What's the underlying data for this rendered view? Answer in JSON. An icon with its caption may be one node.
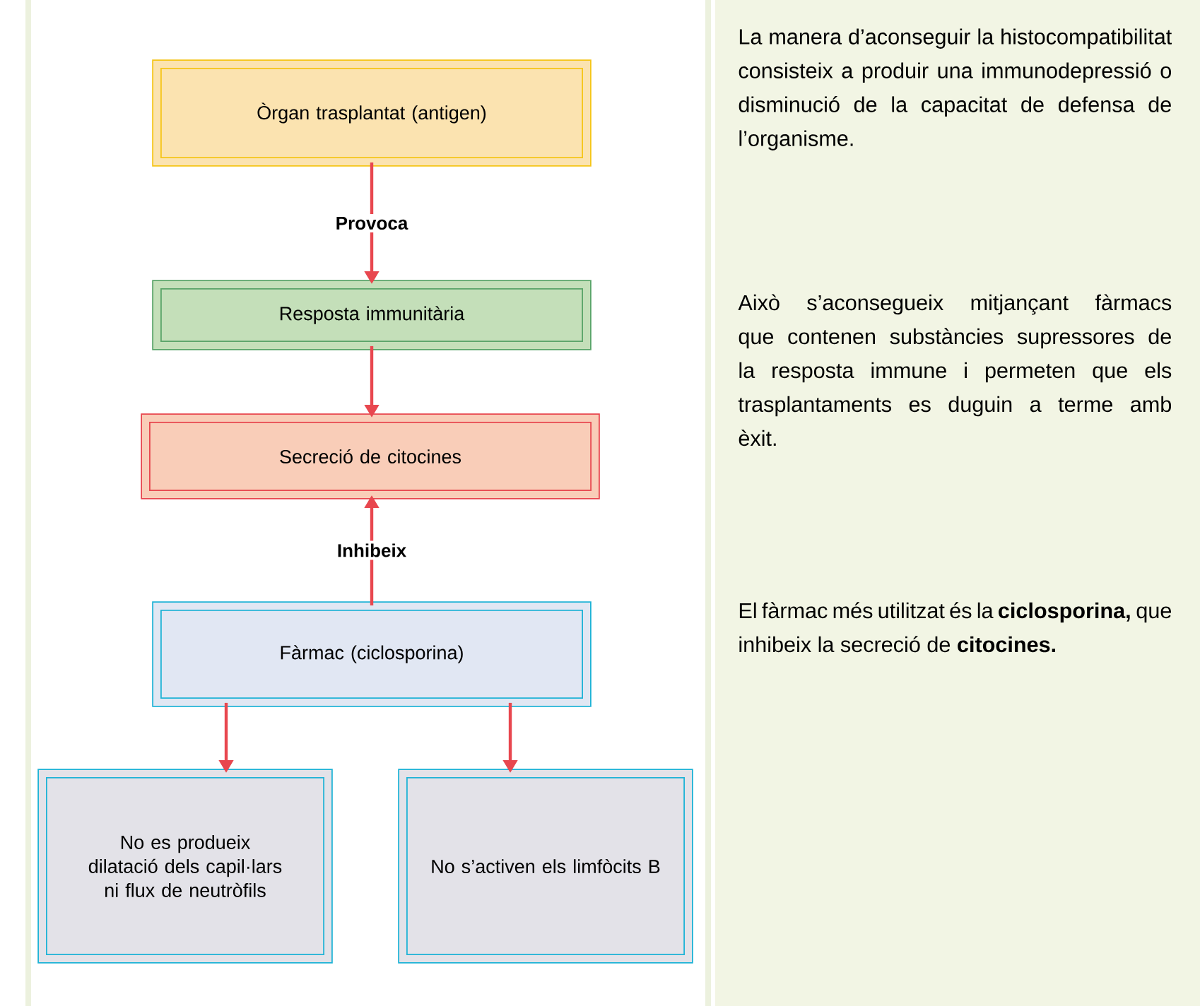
{
  "diagram": {
    "nodes": [
      {
        "text": [
          "Òrgan trasplantat (antigen)"
        ]
      },
      {
        "text": [
          "Resposta immunitària"
        ]
      },
      {
        "text": [
          "Secreció de citocines"
        ]
      },
      {
        "text": [
          "Fàrmac (ciclosporina)"
        ]
      },
      {
        "text": [
          "No es produeix dilatació dels capil·lars ni flux de neutròfils"
        ]
      },
      {
        "text": [
          "No s’activen els limfòcits B"
        ]
      }
    ],
    "edges": [
      {
        "from": 0,
        "to": 1,
        "arrow": "to",
        "label": "Provoca"
      },
      {
        "from": 1,
        "to": 2,
        "arrow": "to"
      },
      {
        "from": 3,
        "to": 2,
        "arrow": "to",
        "label": "Inhibeix"
      },
      {
        "from": 3,
        "to": 4,
        "arrow": "to"
      },
      {
        "from": 3,
        "to": 5,
        "arrow": "to"
      }
    ],
    "labels": [
      "La manera d’aconseguir la histocompatibilitat consisteix a produir una immunodepressió o disminució de la capacitat de defensa de l’organisme.",
      "Això s’aconsegueix mitjançant fàrmacs que contenen substàncies supressores de la resposta immune i permeten que els trasplantaments es duguin a terme amb èxit.",
      "El fàrmac més utilitzat és la **ciclosporina,** que inhibeix la secreció de **citocines.**"
    ]
  }
}
